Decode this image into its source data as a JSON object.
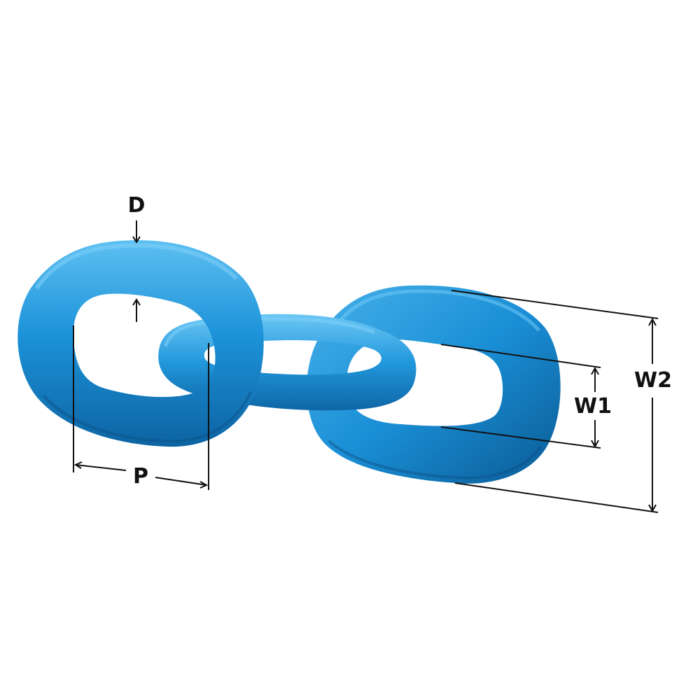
{
  "labels": {
    "d": "D",
    "p": "P",
    "w1": "W1",
    "w2": "W2"
  },
  "colors": {
    "link_base": "#1a8fd6",
    "link_light": "#4fb6ee",
    "link_dark": "#0c5f9c",
    "dimension": "#111111"
  },
  "icons": {
    "chain_links": "chain-links-illustration"
  }
}
